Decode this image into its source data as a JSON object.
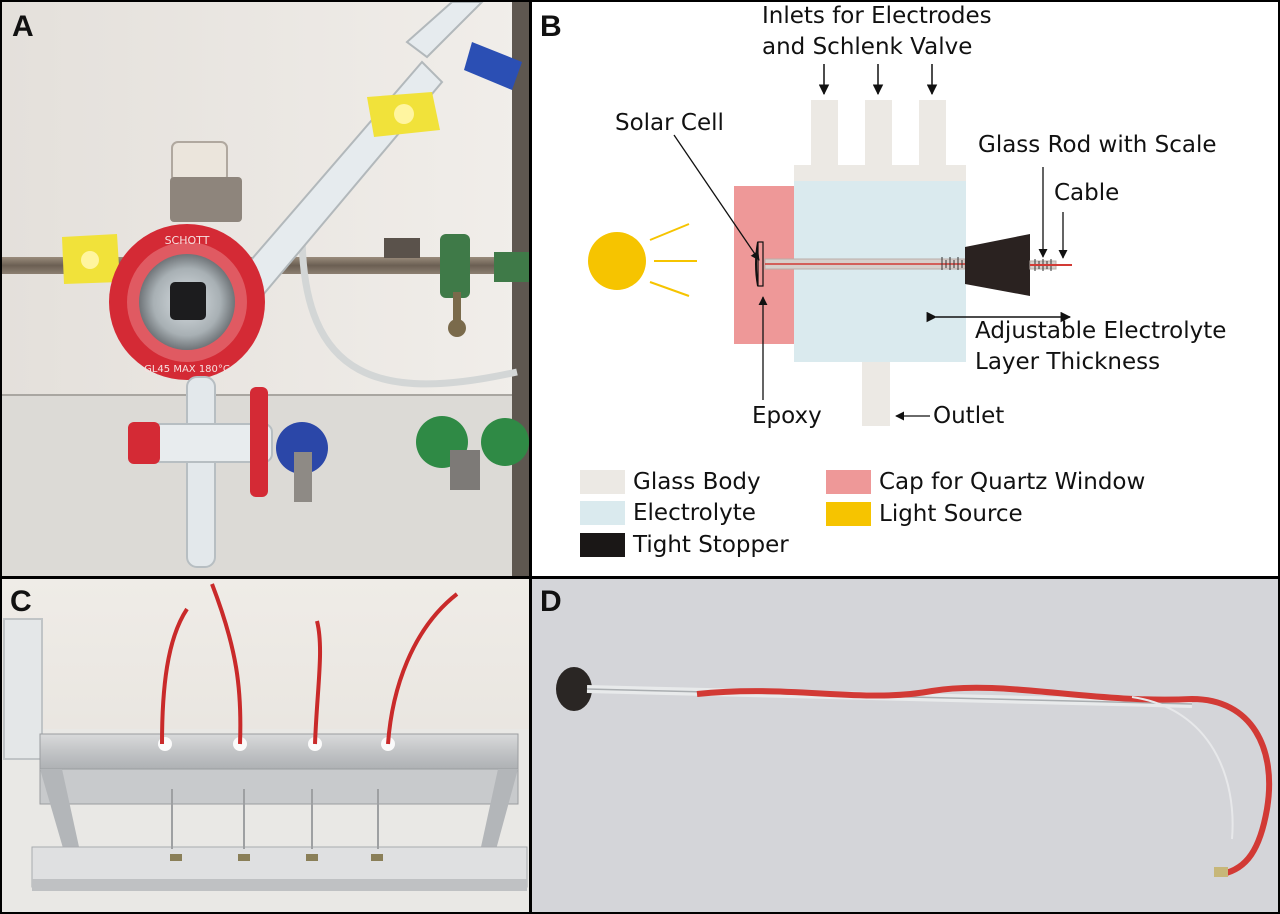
{
  "panels": {
    "a": {
      "letter": "A",
      "cap_text": "SCHOTT",
      "cap_text_2": "GL45 MAX 180°C"
    },
    "b": {
      "letter": "B"
    },
    "c": {
      "letter": "C"
    },
    "d": {
      "letter": "D"
    }
  },
  "diagram": {
    "inlets_label_1": "Inlets for Electrodes",
    "inlets_label_2": "and Schlenk Valve",
    "solar_cell": "Solar Cell",
    "glass_rod": "Glass Rod with Scale",
    "cable": "Cable",
    "adjustable_1": "Adjustable Electrolyte",
    "adjustable_2": "Layer Thickness",
    "epoxy": "Epoxy",
    "outlet": "Outlet"
  },
  "legend": [
    {
      "label": "Glass Body",
      "color": "#ece9e4"
    },
    {
      "label": "Cap for Quartz Window",
      "color": "#ee9898"
    },
    {
      "label": "Electrolyte",
      "color": "#daeaee"
    },
    {
      "label": "Light Source",
      "color": "#f6c400"
    },
    {
      "label": "Tight Stopper",
      "color": "#1a1716"
    }
  ],
  "colors": {
    "glass_body": "#ece9e4",
    "electrolyte": "#daeaee",
    "cap": "#ee9898",
    "light_source": "#f6c400",
    "stopper": "#2a2220",
    "cable": "#d23a35",
    "schott_red": "#d42a35"
  }
}
